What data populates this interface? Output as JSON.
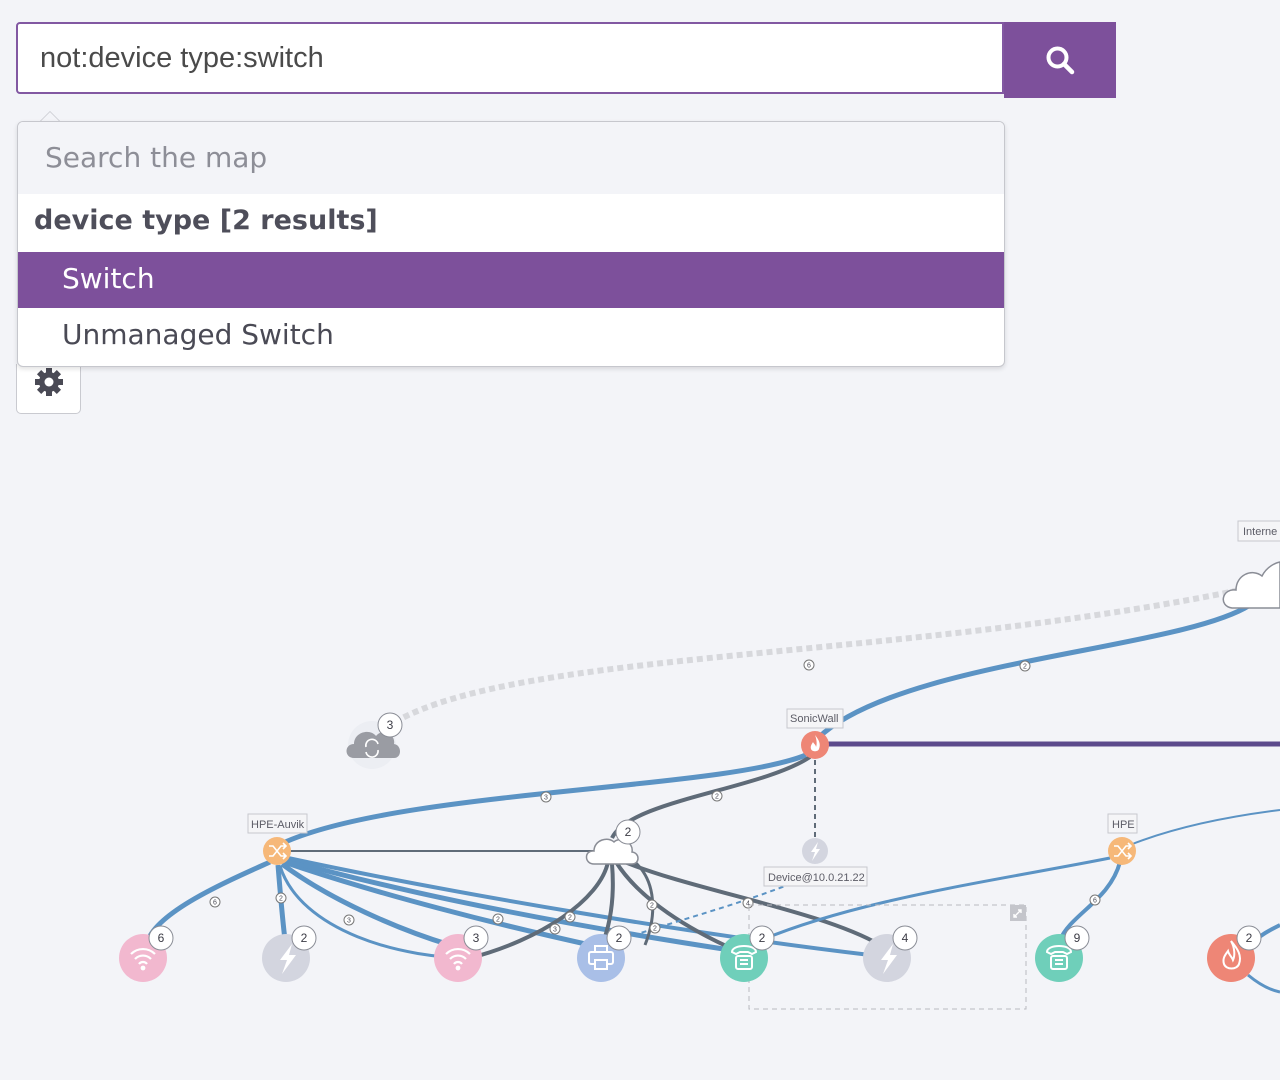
{
  "search": {
    "query": "not:device type:switch",
    "hint": "Search the map",
    "group_label": "device type [2 results]",
    "results": [
      {
        "label": "Switch",
        "active": true
      },
      {
        "label": "Unmanaged Switch",
        "active": false
      }
    ]
  },
  "map": {
    "labels": {
      "internet": "Interne",
      "sonicwall": "SonicWall",
      "hpe_auvik": "HPE-Auvik",
      "hpe": "HPE",
      "device": "Device@10.0.21.22"
    },
    "badges": {
      "cloud_left": "3",
      "center_cloud": "2",
      "wifi1": "6",
      "wifi2": "3",
      "bolt1": "2",
      "bolt2": "4",
      "printer": "2",
      "phone1": "2",
      "phone2": "9",
      "fire_right": "2"
    },
    "link_counts": {
      "internet_dotted": "6",
      "internet_sonic": "2",
      "sonic_hpeauvik": "3",
      "sonic_cloud": "2",
      "hpeauvik_wifi1": "6",
      "hpeauvik_bolt1": "2",
      "hpeauvik_wifi2": "3",
      "hpeauvik_printer": "2",
      "cloud_a": "2",
      "cloud_b": "3",
      "cloud_c": "2",
      "cloud_d": "2",
      "device_link": "4",
      "hpe_phone": "6"
    }
  },
  "colors": {
    "accent": "#7d509b",
    "link": "#5b93c4",
    "dark_link": "#5f6b78",
    "firewall": "#ee8676",
    "switch": "#f6b879",
    "wifi": "#f2b8cf",
    "unknown": "#d3d5df",
    "printer": "#a9bfe7",
    "phone": "#6fcfba"
  },
  "icons": {
    "search": "search-icon",
    "gear": "gear-icon",
    "cloud": "cloud-icon",
    "sync_cloud": "sync-cloud-icon",
    "firewall": "flame-icon",
    "switch": "shuffle-icon",
    "wifi": "wifi-icon",
    "unknown": "bolt-icon",
    "printer": "printer-icon",
    "phone": "phone-icon",
    "collapse": "collapse-icon"
  }
}
